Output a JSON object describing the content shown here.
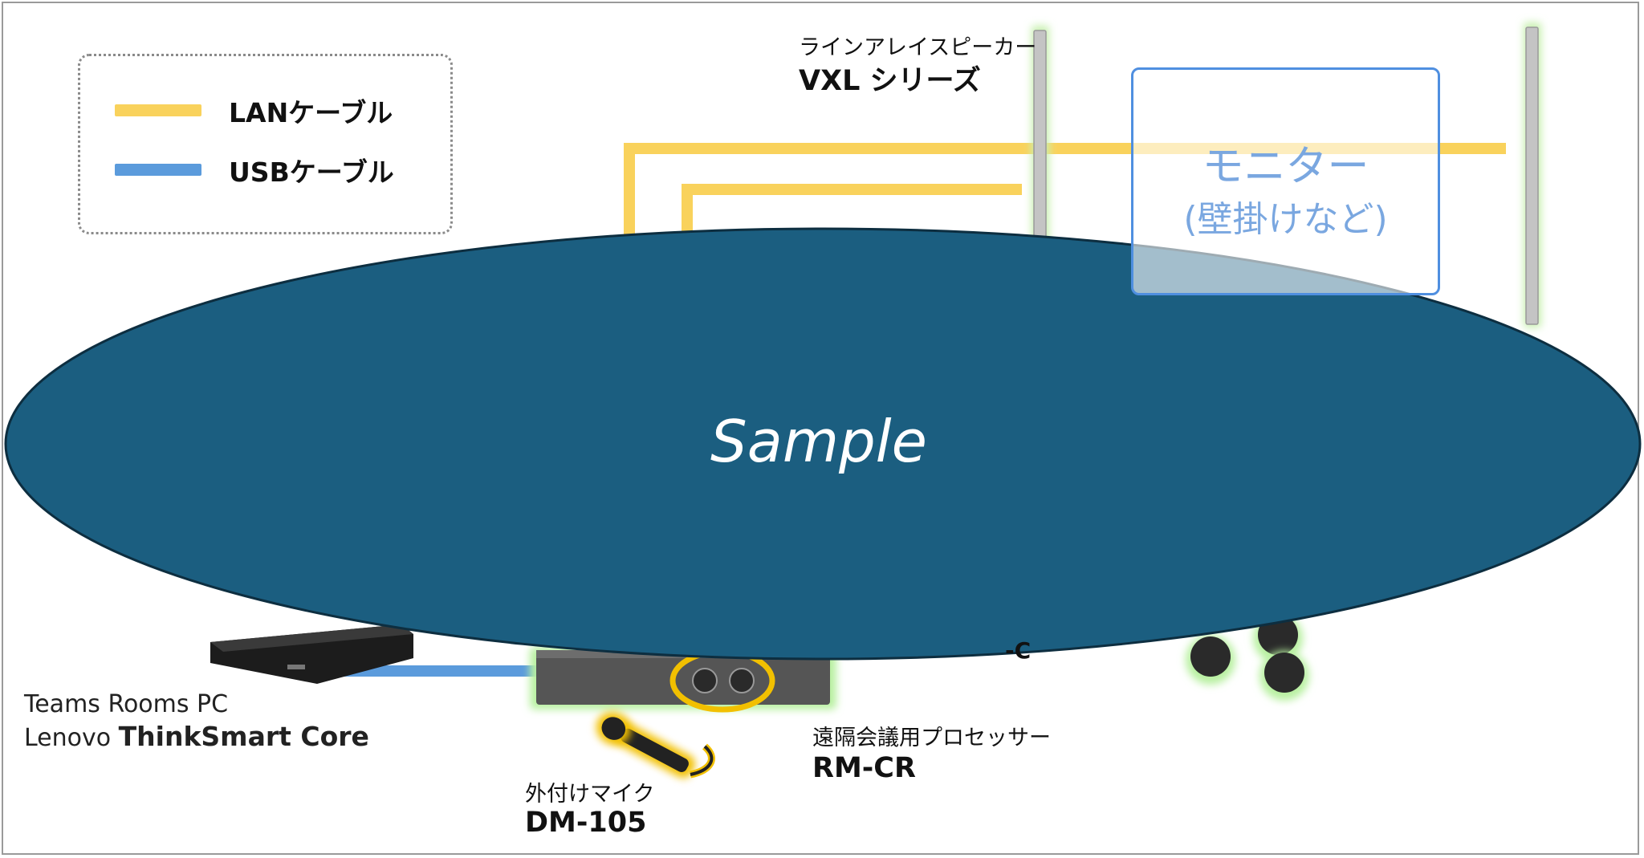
{
  "legend": {
    "lan_label": "LANケーブル",
    "usb_label": "USBケーブル",
    "lan_color": "#f9d25c",
    "usb_color": "#5b9bdc"
  },
  "speakers": {
    "category": "ラインアレイスピーカー",
    "model": "VXL シリーズ"
  },
  "monitor": {
    "title": "モニター",
    "subtitle": "(壁掛けなど)"
  },
  "pc": {
    "line1": "Teams Rooms PC",
    "vendor": "Lenovo ",
    "model": "ThinkSmart Core"
  },
  "processor": {
    "category": "遠隔会議用プロセッサー",
    "model": "RM-CR"
  },
  "mic": {
    "category": "外付けマイク",
    "model": "DM-105"
  },
  "partial_label": "-C",
  "watermark": "Sample",
  "colors": {
    "overlay": "#1b5e80",
    "highlight_green": "#b9f2a0",
    "highlight_yellow": "#f2c000",
    "device_dark": "#222222"
  }
}
